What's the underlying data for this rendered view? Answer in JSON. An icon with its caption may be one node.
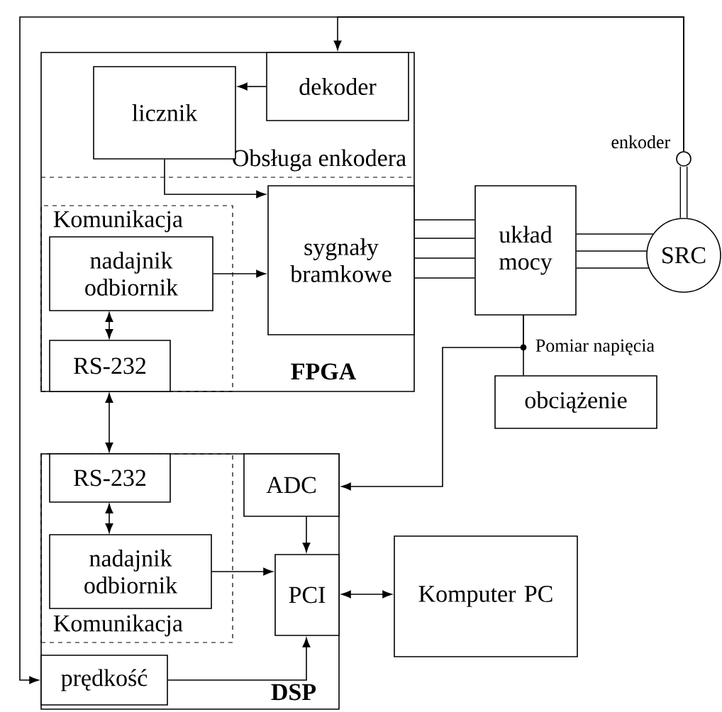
{
  "diagram": {
    "nodes": [
      {
        "text": [
          "FPGA"
        ]
      },
      {
        "text": [
          "Obsługa enkodera"
        ],
        "in": 0
      },
      {
        "text": [
          "dekoder"
        ],
        "in": 0
      },
      {
        "text": [
          "licznik"
        ],
        "in": 0
      },
      {
        "text": [
          "Komunikacja"
        ],
        "in": 0
      },
      {
        "text": [
          "nadajnik odbiornik"
        ],
        "in": 4
      },
      {
        "text": [
          "RS-232"
        ],
        "in": 4
      },
      {
        "text": [
          "sygnały bramkowe"
        ],
        "in": 0
      },
      {
        "text": [
          "układ mocy"
        ]
      },
      {
        "text": [
          "SRC"
        ]
      },
      {
        "text": [],
        "shape": "circle",
        "beside": [
          "enkoder"
        ]
      },
      {
        "text": [
          "obciążenie"
        ]
      },
      {
        "text": [
          "DSP"
        ]
      },
      {
        "text": [
          "Komunikacja"
        ],
        "in": 12
      },
      {
        "text": [
          "RS-232"
        ],
        "in": 13
      },
      {
        "text": [
          "nadajnik odbiornik"
        ],
        "in": 13
      },
      {
        "text": [
          "ADC"
        ],
        "in": 12
      },
      {
        "text": [
          "PCI"
        ],
        "in": 12
      },
      {
        "text": [
          "prędkość"
        ],
        "in": 12
      },
      {
        "text": [
          "Komputer PC"
        ]
      }
    ],
    "edges": [
      {
        "from": 10,
        "to": 2,
        "arrow": "to"
      },
      {
        "from": 10,
        "to": 18,
        "arrow": "to"
      },
      {
        "from": 2,
        "to": 3,
        "arrow": "to"
      },
      {
        "from": 3,
        "to": 7,
        "arrow": "to"
      },
      {
        "from": 5,
        "to": 7,
        "arrow": "to"
      },
      {
        "from": 5,
        "to": 6,
        "arrow": "both"
      },
      {
        "from": 7,
        "to": 8,
        "arrow": "none"
      },
      {
        "from": 8,
        "to": 9,
        "arrow": "none"
      },
      {
        "from": 9,
        "to": 10,
        "arrow": "none",
        "style": "thick"
      },
      {
        "from": 6,
        "to": 14,
        "arrow": "both"
      },
      {
        "from": 14,
        "to": 15,
        "arrow": "both"
      },
      {
        "from": 15,
        "to": 17,
        "arrow": "to"
      },
      {
        "from": 16,
        "to": 17,
        "arrow": "to"
      },
      {
        "from": 18,
        "to": 17,
        "arrow": "to"
      },
      {
        "from": 17,
        "to": 19,
        "arrow": "both"
      },
      {
        "from": 8,
        "to": 11,
        "arrow": "none"
      },
      {
        "from": 8,
        "to": 16,
        "arrow": "to",
        "label": "Pomiar napięcia"
      }
    ]
  }
}
